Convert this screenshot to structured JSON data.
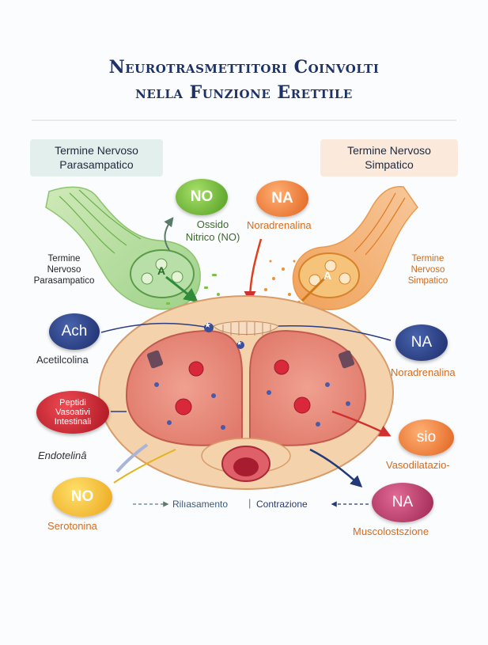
{
  "title": {
    "line1": "Neurotrasmettitori Coinvolti",
    "line2": "nella Funzione Erettile"
  },
  "boxes": {
    "parasympathetic": {
      "line1": "Termine Nervoso",
      "line2": "Parasampatico"
    },
    "sympathetic": {
      "line1": "Termine Nervoso",
      "line2": "Simpatico"
    }
  },
  "side_labels": {
    "left": {
      "line1": "Termine",
      "line2": "Nervoso",
      "line3": "Parasampatico"
    },
    "right": {
      "line1": "Termine",
      "line2": "Nervoso",
      "line3": "Simpatico"
    }
  },
  "vesicle_letter": "A",
  "receptor_star": "★",
  "badges": {
    "no_top": {
      "abbr": "NO",
      "label_line1": "Ossido",
      "label_line2": "Nitrico (NO)"
    },
    "na_top": {
      "abbr": "NA",
      "label": "Noradrenalina"
    },
    "ach": {
      "abbr": "Ach",
      "label": "Acetilcolina"
    },
    "vip": {
      "line1": "Peptidi",
      "line2": "Vasoativi",
      "line3": "Intestinali"
    },
    "endotelina": {
      "label": "Endotelinâ"
    },
    "no_bottom": {
      "abbr": "NO",
      "label": "Serotonina"
    },
    "na_right": {
      "abbr": "NA",
      "label": "Noradrenalina"
    },
    "sio": {
      "abbr": "sio",
      "label": "Vasodilatazio-"
    },
    "na_bottom": {
      "abbr": "NA",
      "label": "Muscolostszione"
    }
  },
  "legend": {
    "relax": "Rilıasamento",
    "separator": "|",
    "contract": "Contrazione"
  },
  "colors": {
    "title": "#1f3266",
    "green": "#6fb42c",
    "orange": "#e8762a",
    "navy": "#253a80",
    "red": "#c8202e",
    "yellow": "#f2b51c",
    "magenta": "#b83663",
    "tissue": "#e88578"
  }
}
